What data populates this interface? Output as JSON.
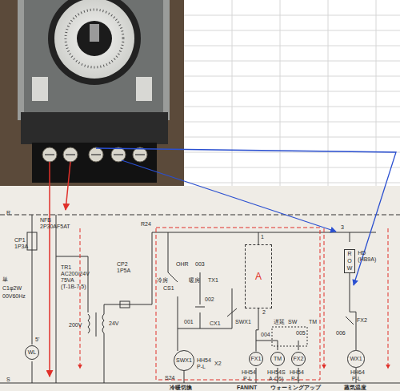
{
  "diagram": {
    "nodes": [
      {
        "text": [
          "WL"
        ]
      },
      {
        "text": [
          "SWX1"
        ]
      },
      {
        "text": [
          "A"
        ]
      },
      {
        "text": [
          "FX1"
        ]
      },
      {
        "text": [
          "TM"
        ]
      },
      {
        "text": [
          "FX2"
        ]
      },
      {
        "text": [
          "R",
          "O",
          "W",
          "HD",
          "(HB9A)"
        ]
      },
      {
        "text": [
          "WX1"
        ]
      }
    ],
    "edges": [
      {
        "from": 2,
        "to": 3,
        "arrow": "none"
      },
      {
        "from": 6,
        "to": 7,
        "arrow": "none"
      }
    ],
    "labels": [
      "R",
      "S",
      "NFB",
      "2P30AF5AT",
      "CP1",
      "1P3A",
      "単",
      "C1φ2W",
      "00V60Hz",
      "5'",
      "R24",
      "TR1",
      "AC200/24V",
      "75VA",
      "(T-1B-7.5)",
      "CP2",
      "1P5A",
      "200V",
      "24V",
      "冷房",
      "OHR",
      "003",
      "暖房",
      "CS1",
      "TX1",
      "002",
      "001",
      "CX1",
      "SWX1",
      "HH54",
      "P-L",
      "X2",
      "S24",
      "1",
      "2",
      "HH54",
      "P-L",
      "HH54S",
      "A-C6)",
      "遅延",
      "SW",
      "005",
      "TM",
      "004",
      "HH54",
      "P-L",
      "3",
      "FX2",
      "006",
      "HH64",
      "P-L",
      "冷暖切換",
      "FANINT",
      "ウォーミングアップ",
      "蒸気温度"
    ]
  }
}
